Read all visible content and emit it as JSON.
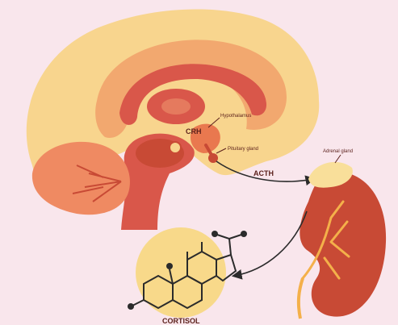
{
  "labels": {
    "crh": "CRH",
    "hypothalamus": "Hypothalamus",
    "pituitary": "Pituitary gland",
    "acth": "ACTH",
    "adrenal": "Adrenal gland",
    "cortisol": "CORTISOL"
  },
  "colors": {
    "background": "#f9e6ec",
    "brain_outer": "#f8d58e",
    "brain_band": "#f2a86f",
    "brain_core": "#d9574a",
    "cerebellum": "#ef8a62",
    "kidney": "#c84a35",
    "adrenal": "#f9df9a",
    "molecule_bg": "#f8d98a"
  }
}
